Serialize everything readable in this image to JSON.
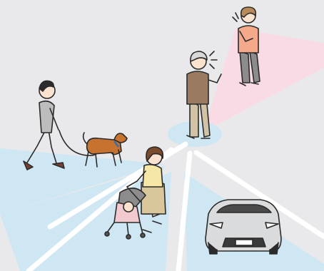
{
  "scene": {
    "background": "#e9e9eb",
    "zone_colors": {
      "sensor_blue": "#cfe6f3",
      "sensor_pink": "#f9dbe5",
      "hub": "#cfe6f3"
    },
    "figures": [
      {
        "name": "man-walking-dog",
        "shirt": "#bdbdbd",
        "pants": "#6f8fa6"
      },
      {
        "name": "dog",
        "fur": "#c8722f"
      },
      {
        "name": "elderly-man-talking",
        "jacket": "#9a7b62",
        "pants": "#d3c3a6"
      },
      {
        "name": "woman-waving",
        "shirt": "#f4a98a",
        "pants": "#8c8c8c"
      },
      {
        "name": "mother-with-stroller",
        "top": "#f7e7a6",
        "skirt": "#d9c69b"
      },
      {
        "name": "baby-stroller",
        "seat": "#f3c9d0",
        "frame": "#7c7c7c"
      },
      {
        "name": "car",
        "body": "#dadbdd"
      }
    ]
  }
}
